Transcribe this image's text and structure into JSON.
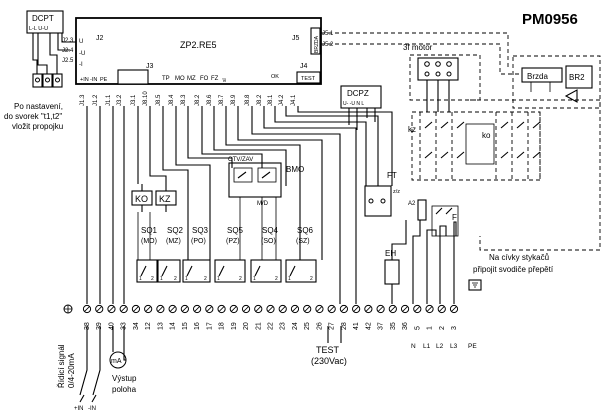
{
  "diagram": {
    "title": "PM0956",
    "modules": {
      "dcpt": "DCPT",
      "dcpt_pins": "L-L U-U",
      "zp2": "ZP2.RE5",
      "j2": "J2",
      "j3": "J3",
      "j4": "J4",
      "j5": "J5",
      "brzda_short": "BRZDA",
      "dcpz": "DCPZ",
      "dcpz_pins": "U- -U N L",
      "bmo": "BMO",
      "otv_zav": "OTV/ZAV",
      "m_d": "M/D",
      "ft": "FT",
      "eh": "EH",
      "motor": "3f motor",
      "brzda": "Brzda",
      "br2": "BR2",
      "kz": "kz",
      "ko": "ko",
      "f": "F",
      "ko_relay": "KO",
      "kz_relay": "KZ",
      "a2": "A2",
      "z_z": "z/z",
      "test_label": "TEST",
      "test_voltage": "(230Vac)",
      "ok": "OK"
    },
    "top_terminals": [
      "J2.3",
      "J2.4",
      "J2.5"
    ],
    "top_terminal_marks": [
      "U",
      "-U",
      "-I"
    ],
    "j3_pins": [
      "+IN",
      "-IN",
      "PE",
      "J3.2",
      "J3.1",
      "J8.10",
      "J8.5",
      "J8.4",
      "J8.3",
      "J8.2",
      "J8.6",
      "J8.7",
      "J8.9",
      "J8.8",
      "J8.2",
      "J8.1",
      "J4.2",
      "J4.1"
    ],
    "j1_pins": [
      "J1.3",
      "J1.2",
      "J1.1"
    ],
    "mid_labels": [
      "TP",
      "MO",
      "MZ",
      "FO",
      "FZ",
      "sl"
    ],
    "j5_pins": [
      "J5.1",
      "J5.2"
    ],
    "limit_switches": [
      {
        "name": "SQ1",
        "func": "(MO)"
      },
      {
        "name": "SQ2",
        "func": "(MZ)"
      },
      {
        "name": "SQ3",
        "func": "(PO)"
      },
      {
        "name": "SQ5",
        "func": "(PZ)"
      },
      {
        "name": "SQ4",
        "func": "(SO)"
      },
      {
        "name": "SQ6",
        "func": "(SZ)"
      }
    ],
    "bottom_terminals": [
      "38",
      "39",
      "40",
      "33",
      "34",
      "12",
      "13",
      "14",
      "15",
      "16",
      "17",
      "18",
      "19",
      "20",
      "21",
      "22",
      "23",
      "24",
      "25",
      "26",
      "27",
      "28",
      "41",
      "42",
      "37",
      "35",
      "36",
      "5",
      "1",
      "2",
      "3"
    ],
    "bottom_extra": [
      "N",
      "L1",
      "L2",
      "L3",
      "PE"
    ],
    "notes": {
      "left": [
        "Po nastavení,",
        "do svorek \"t1,t2\"",
        "vložit propojku"
      ],
      "right": [
        "Na cívky stykačů",
        "připojit svodiče přepětí"
      ],
      "signal": [
        "Řídicí signál",
        "0/4-20mA"
      ],
      "output": [
        "Výstup",
        "poloha"
      ],
      "plus_in": "+IN",
      "minus_in": "-IN",
      "ma": "mA"
    }
  }
}
